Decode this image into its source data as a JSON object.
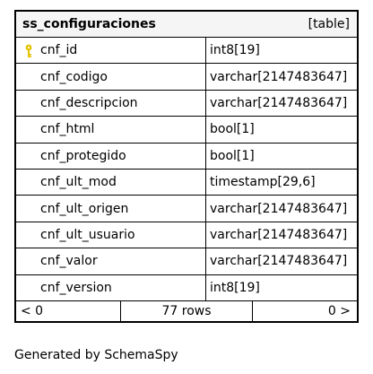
{
  "table": {
    "name": "ss_configuraciones",
    "kind": "[table]",
    "header_bg": "#f5f5f5",
    "key_icon_color": "#e6c200",
    "columns": [
      {
        "name": "cnf_id",
        "type": "int8[19]",
        "primary_key": true,
        "icon": "key-icon"
      },
      {
        "name": "cnf_codigo",
        "type": "varchar[2147483647]"
      },
      {
        "name": "cnf_descripcion",
        "type": "varchar[2147483647]"
      },
      {
        "name": "cnf_html",
        "type": "bool[1]"
      },
      {
        "name": "cnf_protegido",
        "type": "bool[1]"
      },
      {
        "name": "cnf_ult_mod",
        "type": "timestamp[29,6]"
      },
      {
        "name": "cnf_ult_origen",
        "type": "varchar[2147483647]"
      },
      {
        "name": "cnf_ult_usuario",
        "type": "varchar[2147483647]"
      },
      {
        "name": "cnf_valor",
        "type": "varchar[2147483647]"
      },
      {
        "name": "cnf_version",
        "type": "int8[19]"
      }
    ],
    "footer": {
      "left": "< 0",
      "rows": "77 rows",
      "right": "0 >"
    }
  },
  "generated_by": "Generated by SchemaSpy"
}
